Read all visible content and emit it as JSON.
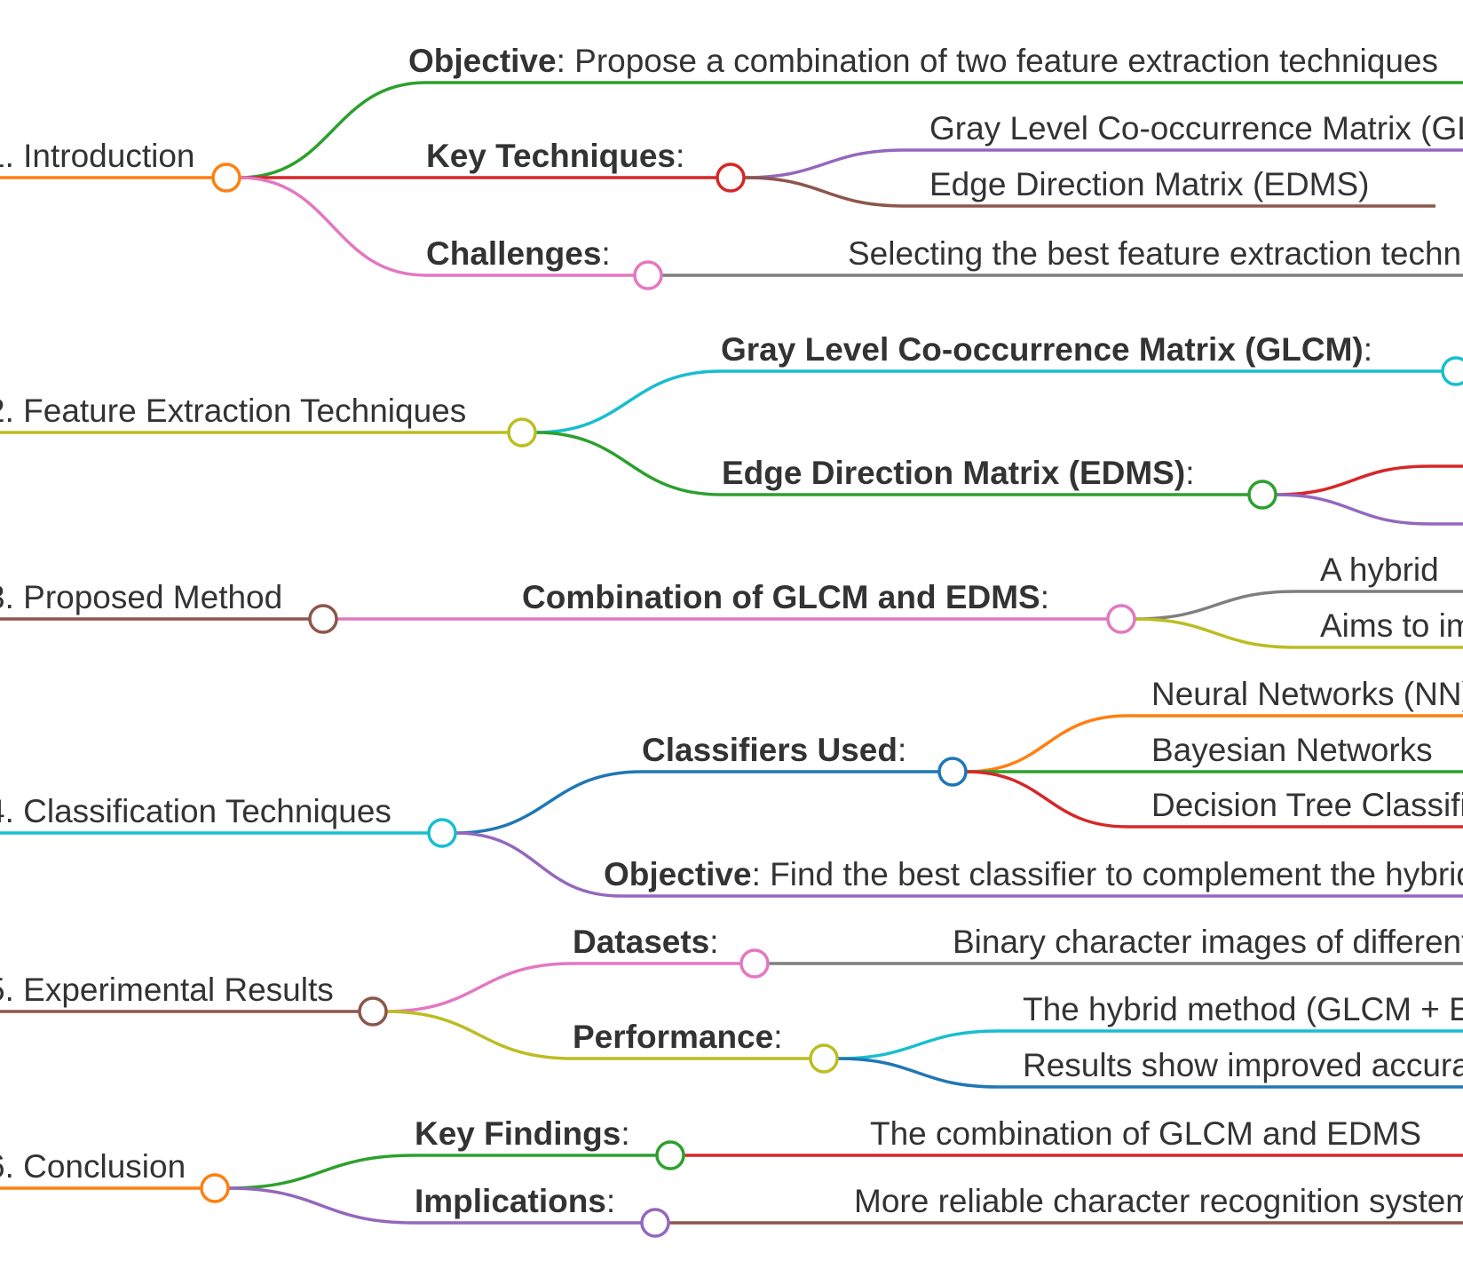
{
  "palette": {
    "orange": "#ff7f0e",
    "green": "#2ca02c",
    "red": "#d62728",
    "purple": "#9467bd",
    "brown": "#8c564b",
    "pink": "#e377c2",
    "gray": "#7f7f7f",
    "olive": "#bcbd22",
    "cyan": "#17becf",
    "blue": "#1f77b4",
    "text": "#333333"
  },
  "sections": [
    {
      "id": "introduction",
      "label": "1. Introduction",
      "color": "orange",
      "children": [
        {
          "id": "intro-objective",
          "bold": "Objective",
          "rest": ": Propose a combination of two feature extraction techniques",
          "color": "green"
        },
        {
          "id": "intro-key-techniques",
          "bold": "Key Techniques",
          "rest": ":",
          "color": "red",
          "children": [
            {
              "id": "kt-glcm",
              "text": "Gray Level Co-occurrence Matrix (GLCM)",
              "color": "purple"
            },
            {
              "id": "kt-edms",
              "text": "Edge Direction Matrix (EDMS)",
              "color": "brown"
            }
          ]
        },
        {
          "id": "intro-challenges",
          "bold": "Challenges",
          "rest": ":",
          "color": "pink",
          "children": [
            {
              "id": "ch-1",
              "text": "Selecting the best feature extraction technique",
              "color": "gray"
            }
          ]
        }
      ]
    },
    {
      "id": "feature-extraction",
      "label": "2. Feature Extraction Techniques",
      "color": "olive",
      "children": [
        {
          "id": "fe-glcm",
          "bold": "Gray Level Co-occurrence Matrix (GLCM)",
          "rest": ":",
          "color": "cyan",
          "children": []
        },
        {
          "id": "fe-edms",
          "bold": "Edge Direction Matrix (EDMS)",
          "rest": ":",
          "color": "green",
          "children": [
            {
              "id": "fe-edms-a",
              "text": "",
              "color": "red"
            },
            {
              "id": "fe-edms-b",
              "text": "",
              "color": "purple"
            }
          ]
        }
      ]
    },
    {
      "id": "proposed-method",
      "label": "3. Proposed Method",
      "color": "brown",
      "children": [
        {
          "id": "pm-combo",
          "bold": "Combination of GLCM and EDMS",
          "rest": ":",
          "color": "pink",
          "children": [
            {
              "id": "pm-hybrid",
              "text": "A hybrid",
              "color": "gray"
            },
            {
              "id": "pm-aims",
              "text": "Aims to improve",
              "color": "olive"
            }
          ]
        }
      ]
    },
    {
      "id": "classification",
      "label": "4. Classification Techniques",
      "color": "cyan",
      "children": [
        {
          "id": "cl-used",
          "bold": "Classifiers Used",
          "rest": ":",
          "color": "blue",
          "children": [
            {
              "id": "cl-nn",
              "text": "Neural Networks (NN)",
              "color": "orange"
            },
            {
              "id": "cl-bn",
              "text": "Bayesian Networks",
              "color": "green"
            },
            {
              "id": "cl-dt",
              "text": "Decision Tree Classifier",
              "color": "red"
            }
          ]
        },
        {
          "id": "cl-objective",
          "bold": "Objective",
          "rest": ": Find the best classifier to complement the hybrid features",
          "color": "purple"
        }
      ]
    },
    {
      "id": "experimental",
      "label": "5. Experimental Results",
      "color": "brown",
      "children": [
        {
          "id": "ex-datasets",
          "bold": "Datasets",
          "rest": ":",
          "color": "pink",
          "children": [
            {
              "id": "ex-ds-1",
              "text": "Binary character images of different fonts",
              "color": "gray"
            }
          ]
        },
        {
          "id": "ex-performance",
          "bold": "Performance",
          "rest": ":",
          "color": "olive",
          "children": [
            {
              "id": "ex-pf-1",
              "text": "The hybrid method (GLCM + EDMS)",
              "color": "cyan"
            },
            {
              "id": "ex-pf-2",
              "text": "Results show improved accuracy",
              "color": "blue"
            }
          ]
        }
      ]
    },
    {
      "id": "conclusion",
      "label": "6. Conclusion",
      "color": "orange",
      "children": [
        {
          "id": "co-findings",
          "bold": "Key Findings",
          "rest": ":",
          "color": "green",
          "children": [
            {
              "id": "co-f-1",
              "text": "The combination of GLCM and EDMS",
              "color": "red"
            }
          ]
        },
        {
          "id": "co-implications",
          "bold": "Implications",
          "rest": ":",
          "color": "purple",
          "children": [
            {
              "id": "co-i-1",
              "text": "More reliable character recognition systems",
              "color": "brown"
            }
          ]
        }
      ]
    }
  ]
}
